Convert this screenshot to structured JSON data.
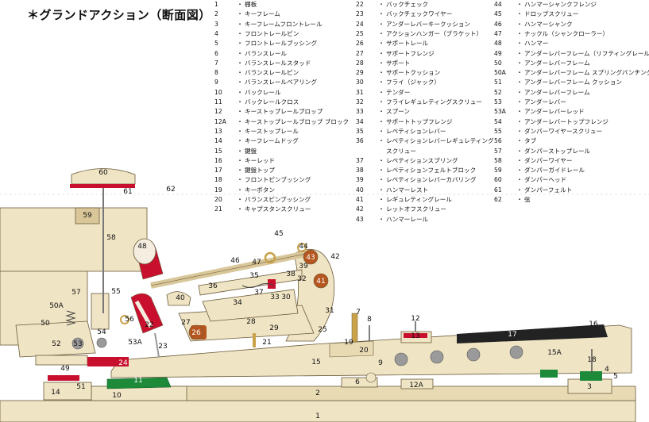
{
  "title": "＊グランドアクション（断面図）",
  "legend_columns": [
    [
      {
        "num": "1",
        "label": "棚板"
      },
      {
        "num": "2",
        "label": "キーフレーム"
      },
      {
        "num": "3",
        "label": "キーフレームフロントレール"
      },
      {
        "num": "4",
        "label": "フロントレールピン"
      },
      {
        "num": "5",
        "label": "フロントレールブッシング"
      },
      {
        "num": "6",
        "label": "バランスレール"
      },
      {
        "num": "7",
        "label": "バランスレールスタッド"
      },
      {
        "num": "8",
        "label": "バランスレールピン"
      },
      {
        "num": "9",
        "label": "バランスレールベアリング"
      },
      {
        "num": "10",
        "label": "バックレール"
      },
      {
        "num": "11",
        "label": "バックレールクロス"
      },
      {
        "num": "12",
        "label": "キーストップレールブロップ"
      },
      {
        "num": "12A",
        "label": "キーストップレールブロップ ブロック"
      },
      {
        "num": "13",
        "label": "キーストップレール"
      },
      {
        "num": "14",
        "label": "キーフレームドッグ"
      },
      {
        "num": "15",
        "label": "鍵盤"
      },
      {
        "num": "16",
        "label": "キーレッド"
      },
      {
        "num": "17",
        "label": "鍵盤トップ"
      },
      {
        "num": "18",
        "label": "フロントピンブッシング"
      },
      {
        "num": "19",
        "label": "キーボタン"
      },
      {
        "num": "20",
        "label": "バランスピンブッシング"
      },
      {
        "num": "21",
        "label": "キャプスタンスクリュー"
      }
    ],
    [
      {
        "num": "22",
        "label": "バックチェック"
      },
      {
        "num": "23",
        "label": "バックチェックワイヤー"
      },
      {
        "num": "24",
        "label": "アンダーレバーキークッション"
      },
      {
        "num": "25",
        "label": "アクションハンガー（ブラケット）"
      },
      {
        "num": "26",
        "label": "サポートレール"
      },
      {
        "num": "27",
        "label": "サポートフレンジ"
      },
      {
        "num": "28",
        "label": "サポート"
      },
      {
        "num": "29",
        "label": "サポートクッション"
      },
      {
        "num": "30",
        "label": "フライ（ジャック）"
      },
      {
        "num": "31",
        "label": "テンダー"
      },
      {
        "num": "32",
        "label": "フライレギュレティングスクリュー"
      },
      {
        "num": "33",
        "label": "スプーン"
      },
      {
        "num": "34",
        "label": "サポートトップフレンジ"
      },
      {
        "num": "35",
        "label": "レペティションレバー"
      },
      {
        "num": "36",
        "label": "レペティションレバーレギュレティング"
      },
      {
        "num": "",
        "label": "スクリュー"
      },
      {
        "num": "37",
        "label": "レペティションスプリング"
      },
      {
        "num": "38",
        "label": "レペティションフェルトブロック"
      },
      {
        "num": "39",
        "label": "レペティションレバーカバリング"
      },
      {
        "num": "40",
        "label": "ハンマーレスト"
      },
      {
        "num": "41",
        "label": "レギュレティングレール"
      },
      {
        "num": "42",
        "label": "レットオフスクリュー"
      },
      {
        "num": "43",
        "label": "ハンマーレール"
      }
    ],
    [
      {
        "num": "44",
        "label": "ハンマーシャンクフレンジ"
      },
      {
        "num": "45",
        "label": "ドロップスクリュー"
      },
      {
        "num": "46",
        "label": "ハンマーシャンク"
      },
      {
        "num": "47",
        "label": "ナックル（シャンクローラー）"
      },
      {
        "num": "48",
        "label": "ハンマー"
      },
      {
        "num": "49",
        "label": "アンダーレバーフレーム（リフティングレール）"
      },
      {
        "num": "50",
        "label": "アンダーレバーフレーム"
      },
      {
        "num": "50A",
        "label": "アンダーレバーフレーム スプリングバンチング"
      },
      {
        "num": "51",
        "label": "アンダーレバーフレーム クッション"
      },
      {
        "num": "52",
        "label": "アンダーレバーフレーム"
      },
      {
        "num": "53",
        "label": "アンダーレバー"
      },
      {
        "num": "53A",
        "label": "アンダーレバーレッド"
      },
      {
        "num": "54",
        "label": "アンダーレバートップフレンジ"
      },
      {
        "num": "55",
        "label": "ダンパーワイヤースクリュー"
      },
      {
        "num": "56",
        "label": "タブ"
      },
      {
        "num": "57",
        "label": "ダンパーストップレール"
      },
      {
        "num": "58",
        "label": "ダンパーワイヤー"
      },
      {
        "num": "59",
        "label": "ダンパーガイドレール"
      },
      {
        "num": "60",
        "label": "ダンパーヘッド"
      },
      {
        "num": "61",
        "label": "ダンパーフェルト"
      },
      {
        "num": "62",
        "label": "弦"
      }
    ]
  ],
  "diagram_labels": [
    "1",
    "2",
    "3",
    "4",
    "5",
    "6",
    "7",
    "8",
    "9",
    "10",
    "11",
    "12",
    "12A",
    "13",
    "14",
    "15",
    "15A",
    "16",
    "17",
    "18",
    "19",
    "20",
    "21",
    "22",
    "23",
    "24",
    "25",
    "26",
    "27",
    "28",
    "29",
    "30",
    "31",
    "32",
    "33",
    "34",
    "35",
    "36",
    "37",
    "38",
    "39",
    "40",
    "41",
    "42",
    "43",
    "44",
    "45",
    "46",
    "47",
    "48",
    "49",
    "50",
    "50A",
    "51",
    "52",
    "53",
    "53A",
    "54",
    "55",
    "56",
    "57",
    "58",
    "59",
    "60",
    "61",
    "62"
  ],
  "colors": {
    "wood": "#efe4c4",
    "wood_dark": "#d9c79a",
    "line": "#6b5a3a",
    "felt_red": "#c8102e",
    "felt_green": "#1d8a3a",
    "key_black": "#222222",
    "metal": "#9a9a9a",
    "hammer_felt": "#f4ede0"
  }
}
